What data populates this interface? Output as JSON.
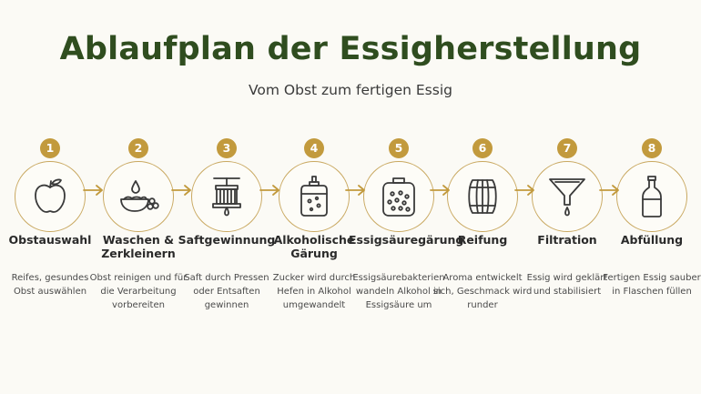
{
  "header": {
    "title": "Ablaufplan der Essigherstellung",
    "subtitle": "Vom Obst zum fertigen Essig"
  },
  "colors": {
    "title": "#2f4d1f",
    "accent": "#c29a3d",
    "icon": "#3a3a3a",
    "background": "#fbfaf5"
  },
  "steps": [
    {
      "number": "1",
      "name": "Obstauswahl",
      "desc": "Reifes, gesundes Obst auswählen",
      "icon": "apple-icon"
    },
    {
      "number": "2",
      "name": "Waschen & Zerkleinern",
      "desc": "Obst reinigen und für die Verarbeitung vorbereiten",
      "icon": "wash-bowl-icon"
    },
    {
      "number": "3",
      "name": "Saftgewinnung",
      "desc": "Saft durch Pressen oder Entsaften gewinnen",
      "icon": "fruit-press-icon"
    },
    {
      "number": "4",
      "name": "Alkoholische Gärung",
      "desc": "Zucker wird durch Hefen in Alkohol umgewandelt",
      "icon": "fermentation-jar-icon"
    },
    {
      "number": "5",
      "name": "Essigsäuregärung",
      "desc": "Essigsäurebakterien wandeln Alkohol in Essigsäure um",
      "icon": "vinegar-jar-icon"
    },
    {
      "number": "6",
      "name": "Reifung",
      "desc": "Aroma entwickelt sich, Geschmack wird runder",
      "icon": "barrel-icon"
    },
    {
      "number": "7",
      "name": "Filtration",
      "desc": "Essig wird geklärt und stabilisiert",
      "icon": "funnel-icon"
    },
    {
      "number": "8",
      "name": "Abfüllung",
      "desc": "Fertigen Essig sauber in Flaschen füllen",
      "icon": "bottle-icon"
    }
  ]
}
